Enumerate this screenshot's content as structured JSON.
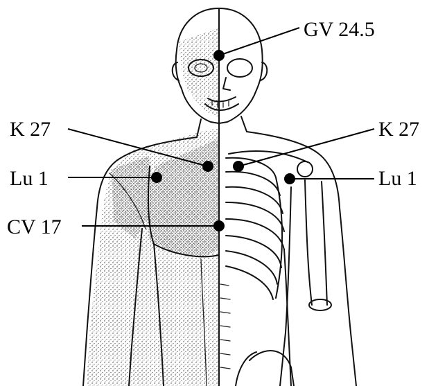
{
  "points": [
    {
      "id": "gv-24-5",
      "label": "GV 24.5"
    },
    {
      "id": "k-27-left",
      "label": "K 27"
    },
    {
      "id": "k-27-right",
      "label": "K 27"
    },
    {
      "id": "lu-1-left",
      "label": "Lu 1"
    },
    {
      "id": "lu-1-right",
      "label": "Lu 1"
    },
    {
      "id": "cv-17",
      "label": "CV 17"
    }
  ],
  "colors": {
    "ink": "#000000",
    "background": "#ffffff"
  }
}
